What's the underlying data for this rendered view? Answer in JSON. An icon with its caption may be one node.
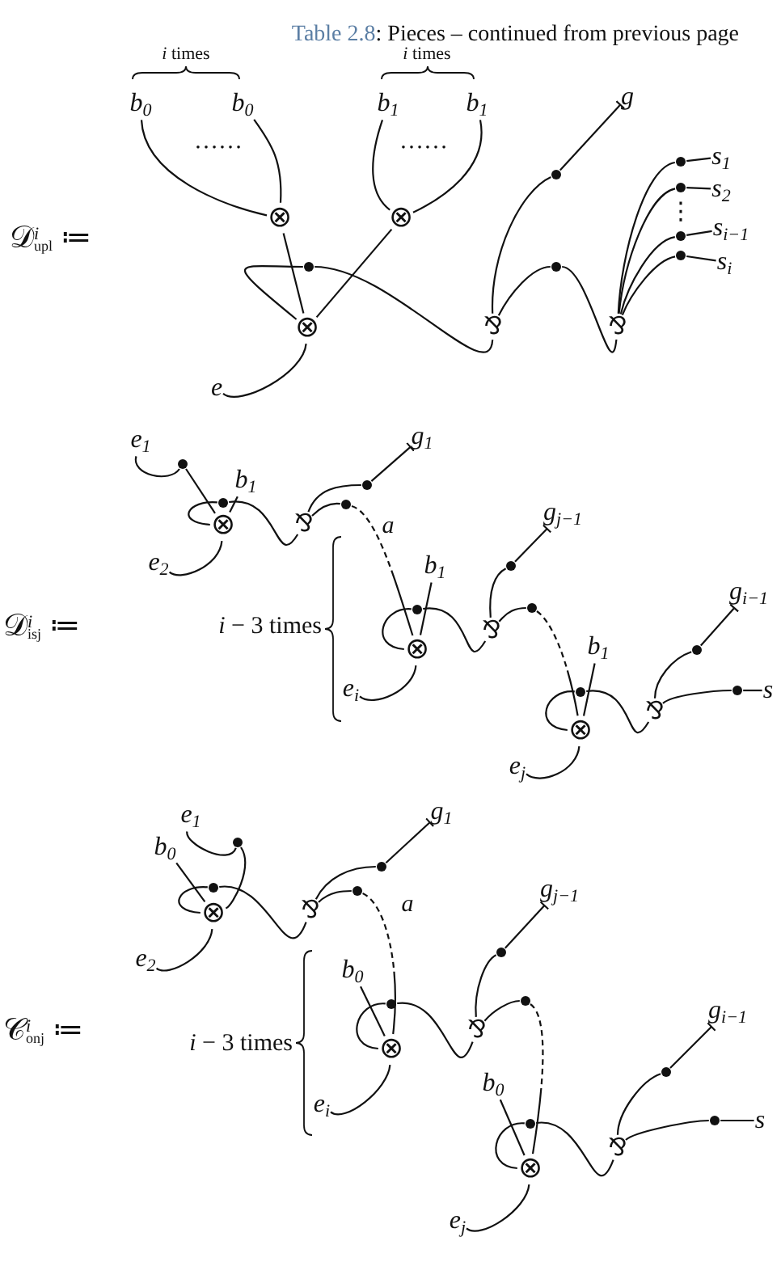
{
  "diagram": {
    "title": "Table 2.8: Pieces – continued from previous page",
    "nodes": [
      {
        "text": [
          "b$_{0}$"
        ]
      },
      {
        "text": [
          "b$_{0}$"
        ]
      },
      {
        "text": [
          "b$_{1}$"
        ]
      },
      {
        "text": [
          "b$_{1}$"
        ]
      },
      {
        "text": [
          "g"
        ]
      },
      {
        "text": [],
        "shape": "circle"
      },
      {
        "text": [
          "s$_{1}$"
        ]
      },
      {
        "text": [],
        "shape": "circle"
      },
      {
        "text": [
          "s$_{2}$"
        ]
      },
      {
        "text": [],
        "shape": "circle"
      },
      {
        "text": [
          "s$_{i−1}$"
        ]
      },
      {
        "text": [],
        "shape": "circle"
      },
      {
        "text": [
          "s$_{i}$"
        ]
      },
      {
        "text": [],
        "shape": "circle"
      },
      {
        "text": [
          "⊗"
        ]
      },
      {
        "text": [
          "⊗"
        ]
      },
      {
        "text": [],
        "shape": "circle"
      },
      {
        "text": [],
        "shape": "circle"
      },
      {
        "text": [
          "⊗"
        ]
      },
      {
        "text": [
          "⅋"
        ]
      },
      {
        "text": [
          "⅋"
        ]
      },
      {
        "text": [
          "e"
        ]
      },
      {
        "text": [
          "e$_{1}$"
        ]
      },
      {
        "text": [],
        "shape": "circle"
      },
      {
        "text": [
          "b$_{1}$"
        ]
      },
      {
        "text": [],
        "shape": "circle"
      },
      {
        "text": [
          "⊗"
        ]
      },
      {
        "text": [
          "e$_{2}$"
        ]
      },
      {
        "text": [
          "⅋"
        ]
      },
      {
        "text": [],
        "shape": "circle"
      },
      {
        "text": [
          "g$_{1}$"
        ]
      },
      {
        "text": [],
        "shape": "circle"
      },
      {
        "text": [
          "b$_{1}$"
        ]
      },
      {
        "text": [],
        "shape": "circle"
      },
      {
        "text": [
          "⊗"
        ]
      },
      {
        "text": [
          "e$_{i}$"
        ]
      },
      {
        "text": [
          "⅋"
        ]
      },
      {
        "text": [],
        "shape": "circle"
      },
      {
        "text": [
          "g$_{j−1}$"
        ]
      },
      {
        "text": [],
        "shape": "circle"
      },
      {
        "text": [
          "b$_{1}$"
        ]
      },
      {
        "text": [],
        "shape": "circle"
      },
      {
        "text": [
          "⊗"
        ]
      },
      {
        "text": [
          "e$_{j}$"
        ]
      },
      {
        "text": [
          "⅋"
        ]
      },
      {
        "text": [],
        "shape": "circle"
      },
      {
        "text": [
          "g$_{i−1}$"
        ]
      },
      {
        "text": [],
        "shape": "circle"
      },
      {
        "text": [
          "s"
        ]
      },
      {
        "text": [
          "e$_{1}$"
        ]
      },
      {
        "text": [],
        "shape": "circle"
      },
      {
        "text": [
          "b$_{0}$"
        ]
      },
      {
        "text": [],
        "shape": "circle"
      },
      {
        "text": [
          "⊗"
        ]
      },
      {
        "text": [
          "e$_{2}$"
        ]
      },
      {
        "text": [
          "⅋"
        ]
      },
      {
        "text": [],
        "shape": "circle"
      },
      {
        "text": [
          "g$_{1}$"
        ]
      },
      {
        "text": [],
        "shape": "circle"
      },
      {
        "text": [
          "b$_{0}$"
        ]
      },
      {
        "text": [],
        "shape": "circle"
      },
      {
        "text": [
          "⊗"
        ]
      },
      {
        "text": [
          "e$_{i}$"
        ]
      },
      {
        "text": [
          "⅋"
        ]
      },
      {
        "text": [],
        "shape": "circle"
      },
      {
        "text": [
          "g$_{j−1}$"
        ]
      },
      {
        "text": [],
        "shape": "circle"
      },
      {
        "text": [
          "b$_{0}$"
        ]
      },
      {
        "text": [],
        "shape": "circle"
      },
      {
        "text": [
          "⊗"
        ]
      },
      {
        "text": [
          "e$_{j}$"
        ]
      },
      {
        "text": [
          "⅋"
        ]
      },
      {
        "text": [],
        "shape": "circle"
      },
      {
        "text": [
          "g$_{i−1}$"
        ]
      },
      {
        "text": [],
        "shape": "circle"
      },
      {
        "text": [
          "s"
        ]
      }
    ],
    "edges": [
      {
        "from": 0,
        "to": 14,
        "arrow": "none"
      },
      {
        "from": 1,
        "to": 14,
        "arrow": "none"
      },
      {
        "from": 2,
        "to": 15,
        "arrow": "none"
      },
      {
        "from": 3,
        "to": 15,
        "arrow": "none"
      },
      {
        "from": 14,
        "to": 18,
        "arrow": "none"
      },
      {
        "from": 15,
        "to": 18,
        "arrow": "none"
      },
      {
        "from": 18,
        "to": 21,
        "arrow": "none"
      },
      {
        "from": 18,
        "to": 16,
        "arrow": "none"
      },
      {
        "from": 16,
        "to": 19,
        "arrow": "none"
      },
      {
        "from": 19,
        "to": 13,
        "arrow": "none"
      },
      {
        "from": 13,
        "to": 4,
        "arrow": "other"
      },
      {
        "from": 19,
        "to": 17,
        "arrow": "none"
      },
      {
        "from": 17,
        "to": 20,
        "arrow": "none"
      },
      {
        "from": 20,
        "to": 5,
        "arrow": "none"
      },
      {
        "from": 20,
        "to": 7,
        "arrow": "none"
      },
      {
        "from": 20,
        "to": 9,
        "arrow": "none"
      },
      {
        "from": 20,
        "to": 11,
        "arrow": "none"
      },
      {
        "from": 5,
        "to": 6,
        "arrow": "none"
      },
      {
        "from": 7,
        "to": 8,
        "arrow": "none"
      },
      {
        "from": 9,
        "to": 10,
        "arrow": "none"
      },
      {
        "from": 11,
        "to": 12,
        "arrow": "none"
      },
      {
        "from": 22,
        "to": 23,
        "arrow": "none"
      },
      {
        "from": 23,
        "to": 26,
        "arrow": "none"
      },
      {
        "from": 24,
        "to": 26,
        "arrow": "none"
      },
      {
        "from": 26,
        "to": 25,
        "arrow": "none"
      },
      {
        "from": 25,
        "to": 28,
        "arrow": "none"
      },
      {
        "from": 26,
        "to": 27,
        "arrow": "none"
      },
      {
        "from": 28,
        "to": 29,
        "arrow": "none"
      },
      {
        "from": 29,
        "to": 30,
        "arrow": "other"
      },
      {
        "from": 28,
        "to": 31,
        "arrow": "none"
      },
      {
        "from": 31,
        "to": 34,
        "arrow": "none",
        "style": "dashed",
        "label": "a"
      },
      {
        "from": 32,
        "to": 34,
        "arrow": "none"
      },
      {
        "from": 34,
        "to": 33,
        "arrow": "none"
      },
      {
        "from": 33,
        "to": 36,
        "arrow": "none"
      },
      {
        "from": 34,
        "to": 35,
        "arrow": "none"
      },
      {
        "from": 36,
        "to": 37,
        "arrow": "none"
      },
      {
        "from": 37,
        "to": 38,
        "arrow": "other"
      },
      {
        "from": 36,
        "to": 39,
        "arrow": "none"
      },
      {
        "from": 39,
        "to": 42,
        "arrow": "none",
        "style": "dashed"
      },
      {
        "from": 40,
        "to": 42,
        "arrow": "none"
      },
      {
        "from": 42,
        "to": 41,
        "arrow": "none"
      },
      {
        "from": 41,
        "to": 44,
        "arrow": "none"
      },
      {
        "from": 42,
        "to": 43,
        "arrow": "none"
      },
      {
        "from": 44,
        "to": 45,
        "arrow": "none"
      },
      {
        "from": 45,
        "to": 46,
        "arrow": "other"
      },
      {
        "from": 44,
        "to": 47,
        "arrow": "none"
      },
      {
        "from": 47,
        "to": 48,
        "arrow": "none"
      },
      {
        "from": 49,
        "to": 50,
        "arrow": "none"
      },
      {
        "from": 50,
        "to": 53,
        "arrow": "none"
      },
      {
        "from": 51,
        "to": 53,
        "arrow": "none"
      },
      {
        "from": 53,
        "to": 52,
        "arrow": "none"
      },
      {
        "from": 52,
        "to": 55,
        "arrow": "none"
      },
      {
        "from": 53,
        "to": 54,
        "arrow": "none"
      },
      {
        "from": 55,
        "to": 56,
        "arrow": "none"
      },
      {
        "from": 56,
        "to": 57,
        "arrow": "other"
      },
      {
        "from": 55,
        "to": 58,
        "arrow": "none"
      },
      {
        "from": 58,
        "to": 61,
        "arrow": "none",
        "style": "dashed",
        "label": "a"
      },
      {
        "from": 59,
        "to": 61,
        "arrow": "none"
      },
      {
        "from": 61,
        "to": 60,
        "arrow": "none"
      },
      {
        "from": 60,
        "to": 63,
        "arrow": "none"
      },
      {
        "from": 61,
        "to": 62,
        "arrow": "none"
      },
      {
        "from": 63,
        "to": 64,
        "arrow": "none"
      },
      {
        "from": 64,
        "to": 65,
        "arrow": "other"
      },
      {
        "from": 63,
        "to": 66,
        "arrow": "none"
      },
      {
        "from": 66,
        "to": 69,
        "arrow": "none",
        "style": "dashed"
      },
      {
        "from": 67,
        "to": 69,
        "arrow": "none"
      },
      {
        "from": 69,
        "to": 68,
        "arrow": "none"
      },
      {
        "from": 68,
        "to": 71,
        "arrow": "none"
      },
      {
        "from": 69,
        "to": 70,
        "arrow": "none"
      },
      {
        "from": 71,
        "to": 72,
        "arrow": "none"
      },
      {
        "from": 72,
        "to": 73,
        "arrow": "other"
      },
      {
        "from": 71,
        "to": 74,
        "arrow": "none"
      },
      {
        "from": 74,
        "to": 75,
        "arrow": "none"
      }
    ],
    "labels": [
      "*i* times",
      "*i* times",
      "……",
      "……",
      "⋮",
      "𝒟$^{i}$$_{upl}$ ≔",
      "𝒟$^{i}$$_{isj}$ ≔",
      "*i* − 3 times",
      "𝒞$^{i}$$_{onj}$ ≔",
      "*i* − 3 times"
    ]
  }
}
